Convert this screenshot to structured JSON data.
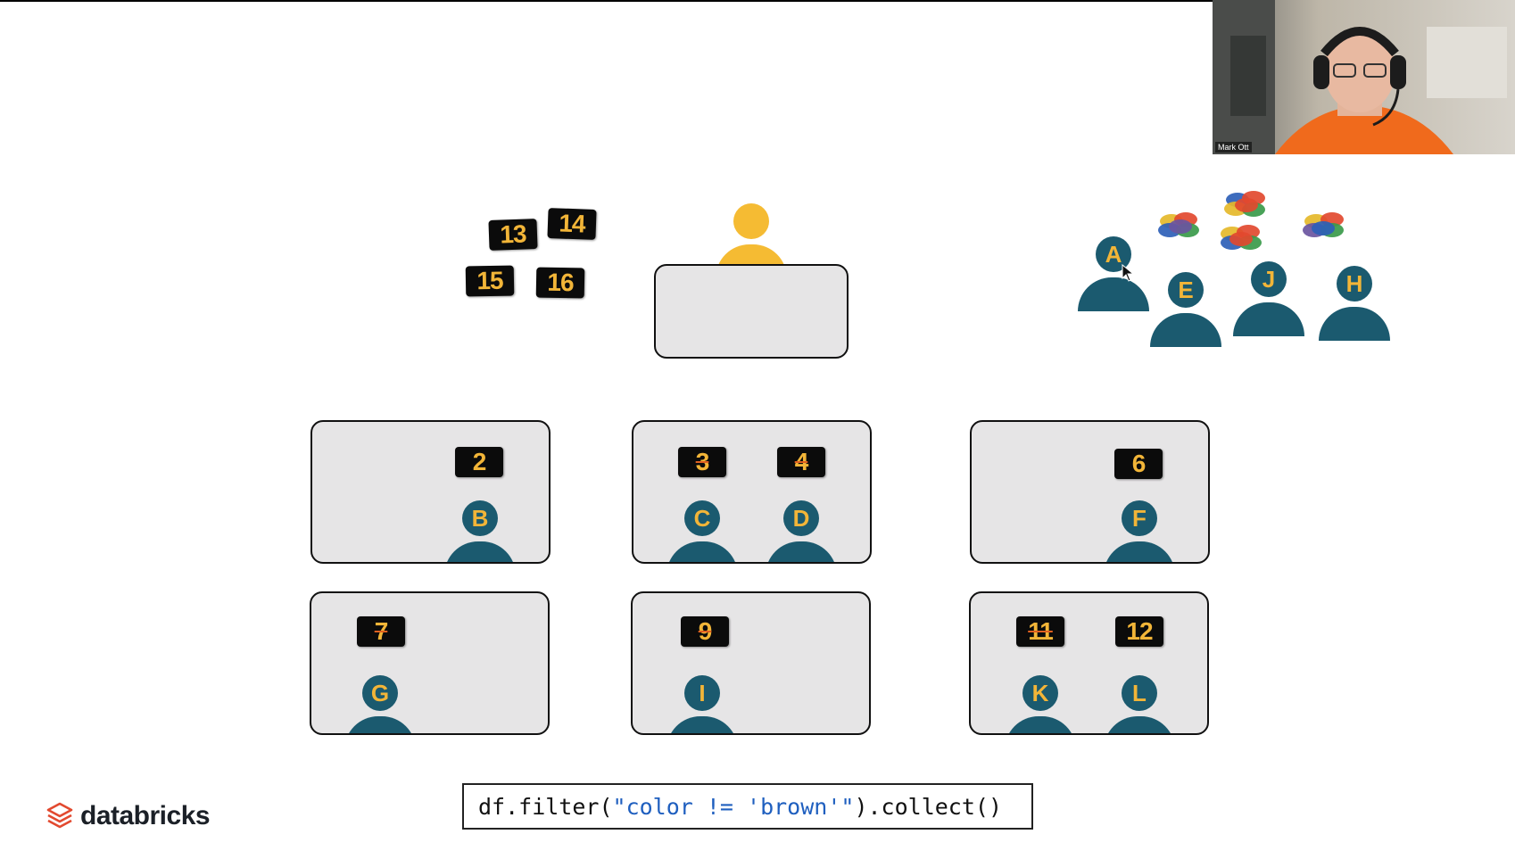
{
  "slide": {
    "driver_cards": [
      "13",
      "14",
      "15",
      "16"
    ],
    "driver": "",
    "queue_people": [
      "A",
      "E",
      "J",
      "H"
    ],
    "executors": [
      {
        "cards": [
          "",
          "2"
        ],
        "workers": [
          "",
          "B"
        ]
      },
      {
        "cards": [
          "3",
          "4"
        ],
        "workers": [
          "C",
          "D"
        ]
      },
      {
        "cards": [
          "",
          "6"
        ],
        "workers": [
          "",
          "F"
        ]
      },
      {
        "cards": [
          "7"
        ],
        "workers": [
          "G"
        ]
      },
      {
        "cards": [
          "9"
        ],
        "workers": [
          "I"
        ]
      },
      {
        "cards": [
          "11",
          "12"
        ],
        "workers": [
          "K",
          "L"
        ]
      }
    ],
    "code": {
      "prefix": "df.filter(",
      "string": "\"color != 'brown'\"",
      "suffix": ").collect()"
    },
    "logo": "databricks"
  },
  "webcam": {
    "name": "Mark Ott"
  },
  "colors": {
    "teal": "#1b5a6f",
    "gold": "#f2b538",
    "driver_yellow": "#f5bb33",
    "box_fill": "#e6e5e6",
    "code_string": "#1f5fbf",
    "brand_red": "#e2492f"
  },
  "icons": [
    "databricks-logo-icon",
    "mouse-pointer-icon",
    "color-cluster-icon"
  ]
}
